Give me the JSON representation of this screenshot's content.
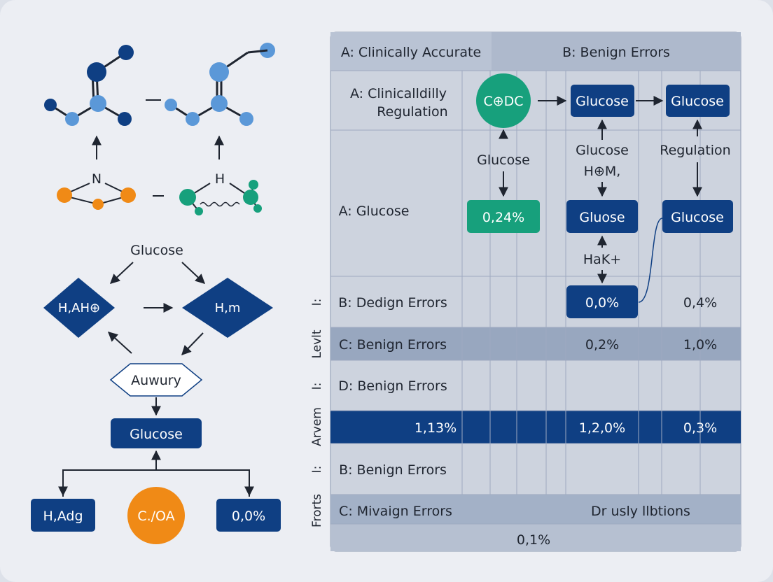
{
  "left": {
    "mol_n_label": "N",
    "mol_h_label": "H",
    "flow_top_label": "Glucose",
    "diamond_left": "H,AH⊕",
    "diamond_right": "H,m",
    "hexagon": "Auwury",
    "center_box": "Glucose",
    "bottom_left_box": "H,Adg",
    "bottom_circle": "C./OA",
    "bottom_right_box": "0,0%"
  },
  "table": {
    "header_a": "A: Clinically Accurate",
    "header_b": "B: Benign Errors",
    "row1_label_line1": "A: Clinicalldilly",
    "row1_label_line2": "Regulation",
    "circle_node": "C⊕DC",
    "node_glucose_1": "Glucose",
    "node_glucose_2": "Glucose",
    "label_glucose_a": "Glucose",
    "label_glucose_b": "Glucose",
    "label_hm": "H⊕M,",
    "label_regulation": "Regulation",
    "row2_label": "A: Glucose",
    "teal_box": "0,24%",
    "node_gluose": "Gluose",
    "node_glucose_3": "Glucose",
    "label_hak": "HaK+",
    "row3_label": "B: Dedign Errors",
    "node_zero": "0,0%",
    "row3_val": "0,4%",
    "row4_label": "C: Benign Errors",
    "row4_val1": "0,2%",
    "row4_val2": "1,0%",
    "row5_label": "D: Benign Errors",
    "row6_val1": "1,13%",
    "row6_val2": "1,2,0%",
    "row6_val3": "0,3%",
    "row7_label": "B: Benign Errors",
    "row8_label": "C: Mivaign Errors",
    "row8_val": "Dr usly llbtions",
    "row9_val": "0,1%"
  },
  "side_labels": {
    "s1": "I:",
    "s2": "Levlt",
    "s3": "I:",
    "s4": "Arvem",
    "s5": "I:",
    "s6": "Frorts"
  },
  "colors": {
    "navy": "#0f3f83",
    "teal": "#17a07c",
    "orange": "#f08a16",
    "light_blue": "#5b98d8",
    "row_light": "#c9d0dc",
    "row_mid": "#9aa8c0",
    "row_band": "#0f3f83"
  }
}
